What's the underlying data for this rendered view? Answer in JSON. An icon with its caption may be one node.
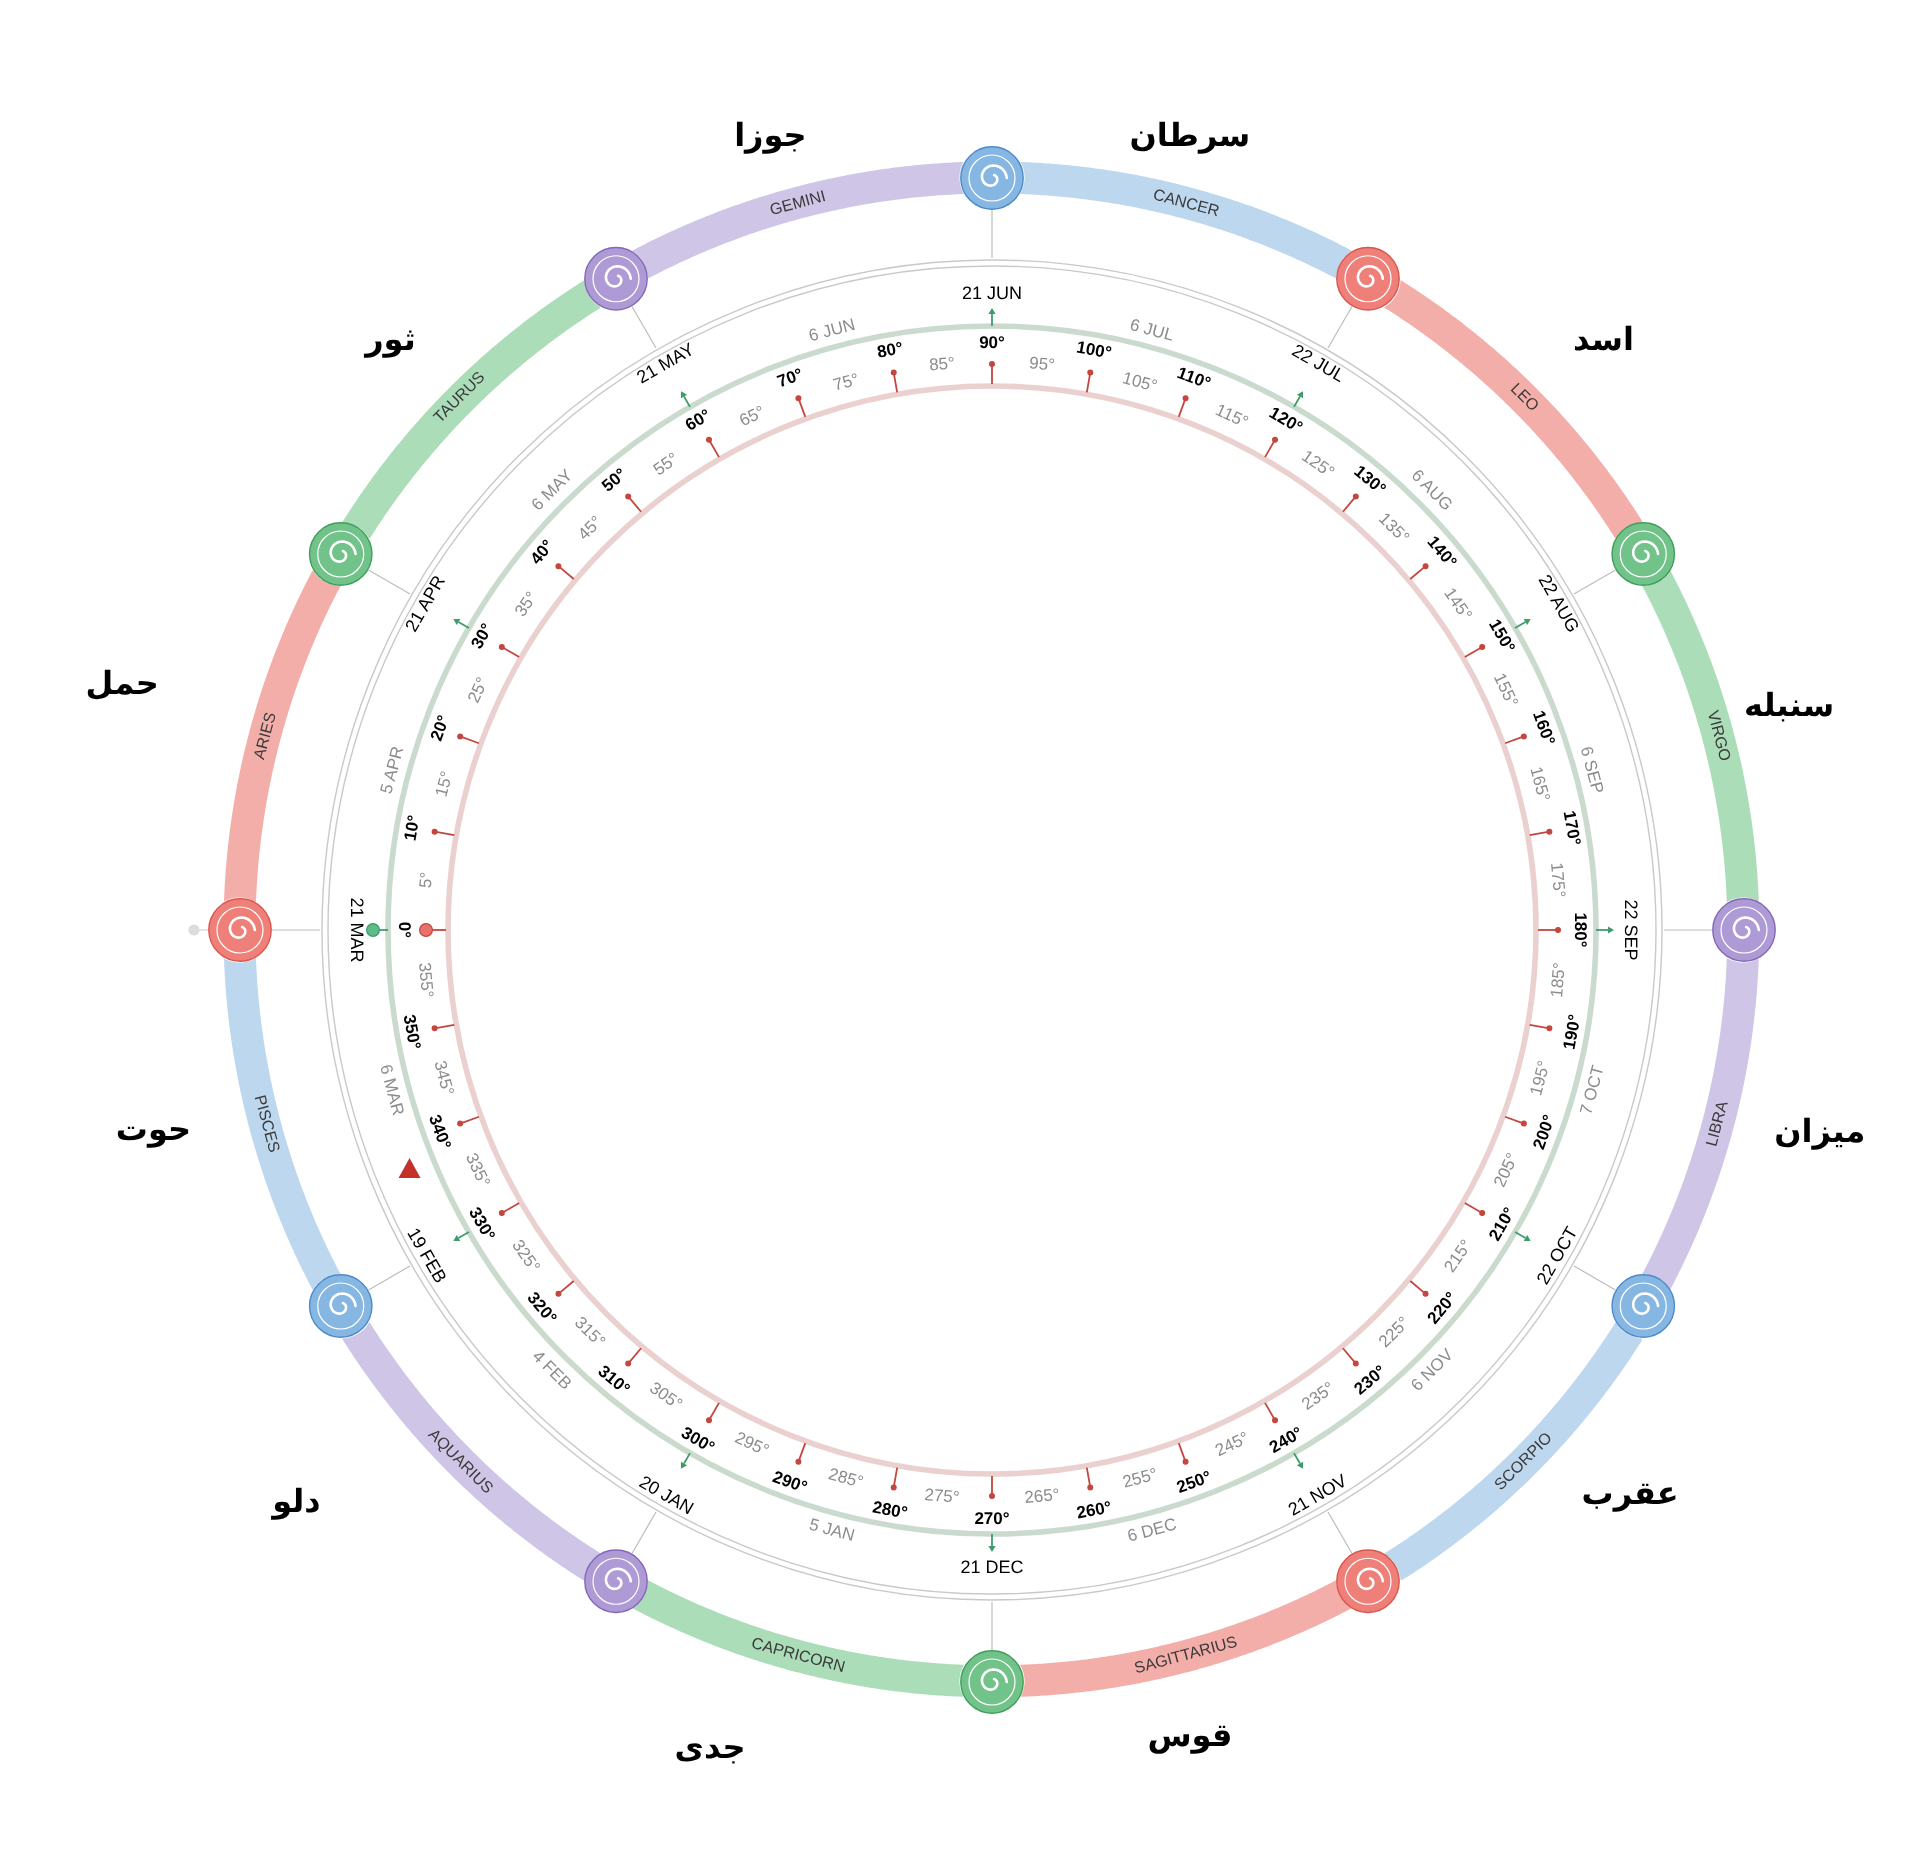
{
  "diagram": {
    "nodes": [
      {
        "text": [
          "ARIES"
        ],
        "beside": [
          "حمل"
        ]
      },
      {
        "text": [
          "TAURUS"
        ],
        "beside": [
          "ثور"
        ]
      },
      {
        "text": [
          "GEMINI"
        ],
        "beside": [
          "جوزا"
        ]
      },
      {
        "text": [
          "CANCER"
        ],
        "beside": [
          "سرطان"
        ]
      },
      {
        "text": [
          "LEO"
        ],
        "beside": [
          "اسد"
        ]
      },
      {
        "text": [
          "VIRGO"
        ],
        "beside": [
          "سنبله"
        ]
      },
      {
        "text": [
          "LIBRA"
        ],
        "beside": [
          "میزان"
        ]
      },
      {
        "text": [
          "SCORPIO"
        ],
        "beside": [
          "عقرب"
        ]
      },
      {
        "text": [
          "SAGITTARIUS"
        ],
        "beside": [
          "قوس"
        ]
      },
      {
        "text": [
          "CAPRICORN"
        ],
        "beside": [
          "جدی"
        ]
      },
      {
        "text": [
          "AQUARIUS"
        ],
        "beside": [
          "دلو"
        ]
      },
      {
        "text": [
          "PISCES"
        ],
        "beside": [
          "حوت"
        ]
      }
    ],
    "labels": [
      "21 MAR",
      "5 APR",
      "21 APR",
      "6 MAY",
      "21 MAY",
      "6 JUN",
      "21 JUN",
      "6 JUL",
      "22 JUL",
      "6 AUG",
      "22 AUG",
      "6 SEP",
      "22 SEP",
      "7 OCT",
      "22 OCT",
      "6 NOV",
      "21 NOV",
      "6 DEC",
      "21 DEC",
      "5 JAN",
      "20 JAN",
      "4 FEB",
      "19 FEB",
      "6 MAR",
      "0°",
      "5°",
      "10°",
      "15°",
      "20°",
      "25°",
      "30°",
      "35°",
      "40°",
      "45°",
      "50°",
      "55°",
      "60°",
      "65°",
      "70°",
      "75°",
      "80°",
      "85°",
      "90°",
      "95°",
      "100°",
      "105°",
      "110°",
      "115°",
      "120°",
      "125°",
      "130°",
      "135°",
      "140°",
      "145°",
      "150°",
      "155°",
      "160°",
      "165°",
      "170°",
      "175°",
      "180°",
      "185°",
      "190°",
      "195°",
      "200°",
      "205°",
      "210°",
      "215°",
      "220°",
      "225°",
      "230°",
      "235°",
      "240°",
      "245°",
      "250°",
      "255°",
      "260°",
      "265°",
      "270°",
      "275°",
      "280°",
      "285°",
      "290°",
      "295°",
      "300°",
      "305°",
      "310°",
      "315°",
      "320°",
      "325°",
      "330°",
      "335°",
      "340°",
      "345°",
      "350°",
      "355°"
    ]
  }
}
